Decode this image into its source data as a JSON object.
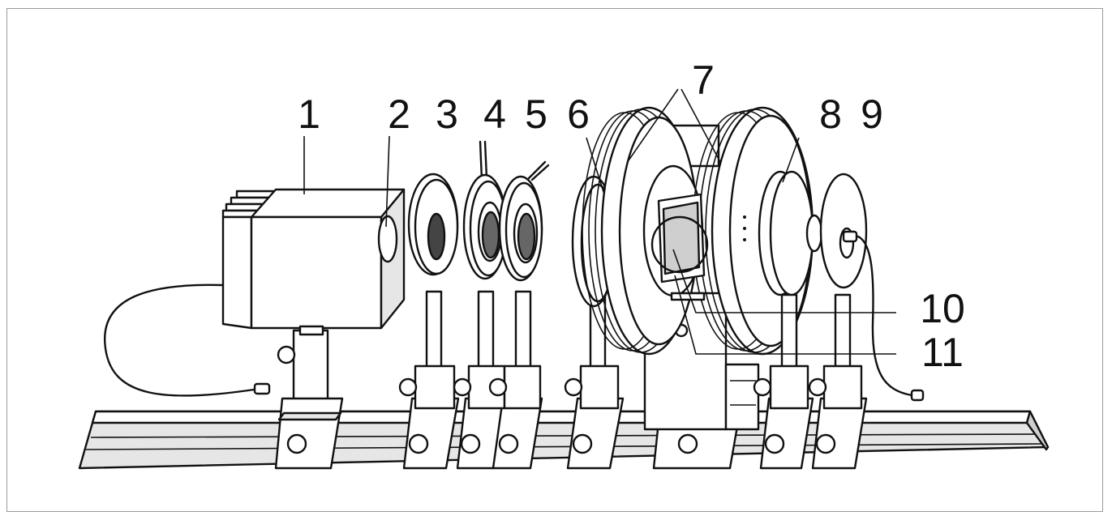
{
  "diagram": {
    "labels": [
      "1",
      "2",
      "3",
      "4",
      "5",
      "6",
      "7",
      "8",
      "9",
      "10",
      "11"
    ],
    "colors": {
      "line": "#111111",
      "lens_fill": "#666666",
      "aperture_fill": "#444444",
      "background": "#ffffff"
    }
  }
}
